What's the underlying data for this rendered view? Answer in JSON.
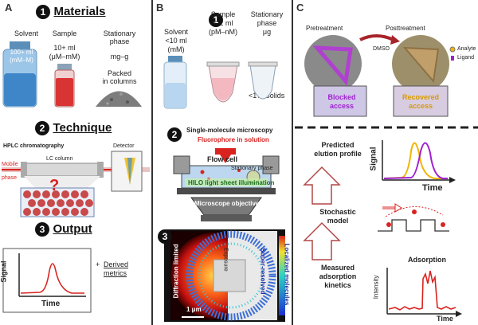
{
  "panelA": {
    "letter": "A",
    "materials": {
      "num": "1",
      "title": "Materials"
    },
    "solvent": {
      "label": "Solvent",
      "amount": "100+ ml",
      "conc": "(mM–M)"
    },
    "sample": {
      "label": "Sample",
      "amount": "10+ ml",
      "conc": "(μM–mM)"
    },
    "stationary": {
      "label": "Stationary",
      "label2": "phase",
      "amount": "mg–g",
      "packed": "Packed",
      "packed2": "in columns"
    },
    "technique": {
      "num": "2",
      "title": "Technique"
    },
    "hplc": "HPLC chromatography",
    "detector": "Detector",
    "lc_column": "LC column",
    "mobile_phase": "Mobile",
    "mobile_phase2": "phase",
    "question": "?",
    "output": {
      "num": "3",
      "title": "Output"
    },
    "plot": {
      "ylabel": "Signal",
      "xlabel": "Time"
    },
    "derived": {
      "plus": "+",
      "line1": "Derived",
      "line2": "metrics"
    }
  },
  "panelB": {
    "letter": "B",
    "num1": "1",
    "solvent": {
      "label": "Solvent",
      "amount": "<10 ml",
      "conc": "(mM)"
    },
    "sample": {
      "label": "Sample",
      "amount": "< 2 ml",
      "conc": "(pM–nM)"
    },
    "stationary": {
      "label": "Stationary",
      "label2": "phase",
      "amount": "μg",
      "solids": "<1% Solids"
    },
    "num2": "2",
    "microscopy_title": "Single-molecule microscopy",
    "fluorophore": "Fluorophore in solution",
    "flow_cell": "Flow cell",
    "stationary_phase": "Stationary phase",
    "hilo": "HILO light sheet illumination",
    "objective": "Microscope objective",
    "num3": "3",
    "diffraction": "Diffraction limited",
    "super": "Super-resolved",
    "localized": "Localized molecules",
    "scalebar": "1 μm",
    "exposure": "Exposure"
  },
  "panelC": {
    "letter": "C",
    "pretreatment": "Pretreatment",
    "posttreatment": "Posttreatment",
    "dmso": "DMSO",
    "legend": {
      "analyte": "Analyte",
      "ligand": "Ligand"
    },
    "blocked": "Blocked",
    "blocked2": "access",
    "recovered": "Recovered",
    "recovered2": "access",
    "predicted": "Predicted",
    "predicted2": "elution profile",
    "stochastic": "Stochastic",
    "stochastic2": "model",
    "measured": "Measured",
    "measured2": "adsorption",
    "measured3": "kinetics",
    "signal_plot": {
      "ylabel": "Signal",
      "xlabel": "Time"
    },
    "adsorption": {
      "title": "Adsorption",
      "ylabel": "Intensity",
      "xlabel": "Time"
    }
  },
  "colors": {
    "red": "#d9231f",
    "yellow": "#f0b400",
    "purple": "#a020d0",
    "arrow_pink": "#f4c9c7"
  }
}
